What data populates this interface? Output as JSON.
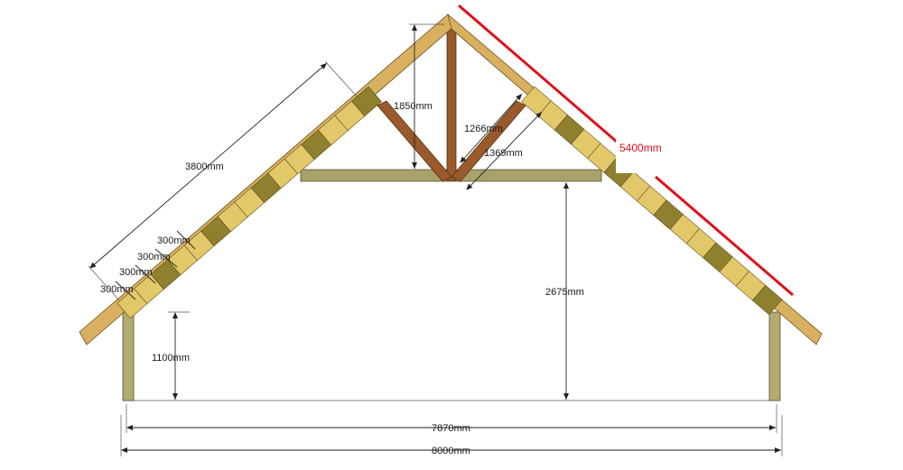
{
  "dimensions": {
    "rafter_length": "3800mm",
    "ridge_height": "1850mm",
    "strut_upper": "1266mm",
    "strut_lower": "1369mm",
    "roof_slope_length": "5400mm",
    "spacing_1": "300mm",
    "spacing_2": "300mm",
    "spacing_3": "300mm",
    "spacing_4": "300mm",
    "knee_wall_height": "1100mm",
    "ceiling_height": "2675mm",
    "inner_span": "7870mm",
    "outer_span": "8000mm"
  },
  "colors": {
    "highlight": "#e0101a",
    "timber": "#d9b060",
    "strut": "#9a5a2b",
    "beam": "#a7a26a"
  }
}
